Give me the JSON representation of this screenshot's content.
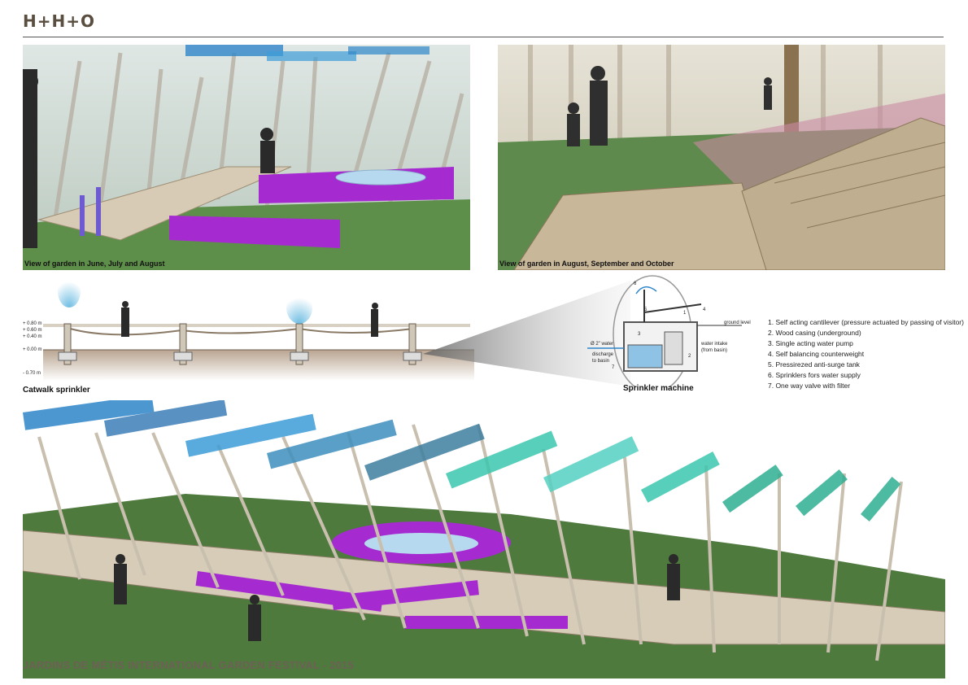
{
  "header": {
    "title": "H+H+O"
  },
  "panels": {
    "summer": {
      "caption": "View of garden in June, July and August"
    },
    "autumn": {
      "caption": "View of garden in August, September and October"
    }
  },
  "catwalk": {
    "caption": "Catwalk sprinkler",
    "levels": [
      "+ 0.80 m",
      "+ 0.60 m",
      "+ 0.40 m",
      "+ 0.00 m",
      "- 0.70 m"
    ]
  },
  "machine": {
    "caption": "Sprinkler machine",
    "callouts": [
      "1",
      "2",
      "3",
      "4",
      "5",
      "6",
      "7"
    ],
    "labels": {
      "ground": "ground level",
      "discharge_a": "Ø 2\" water",
      "discharge_b": "discharge",
      "discharge_c": "to basin",
      "intake_a": "water intake",
      "intake_b": "(from basin)"
    }
  },
  "legend": [
    "1. Self acting cantilever (pressure actuated by passing of visitor)",
    "2. Wood casing (underground)",
    "3. Single acting water pump",
    "4. Self balancing counterweight",
    "5. Pressirezed anti-surge tank",
    "6. Sprinklers fors water supply",
    "7. One way valve with filter"
  ],
  "footer": {
    "text": "JARDINS DE MÉTIS INTERNATIONAL GARDEN FESTIVAL - 2015"
  },
  "colors": {
    "accent_purple": "#a52bd1",
    "water_blue": "#2f86c9",
    "flag_teal": "#3cc7ae",
    "title": "#5a4e40"
  }
}
